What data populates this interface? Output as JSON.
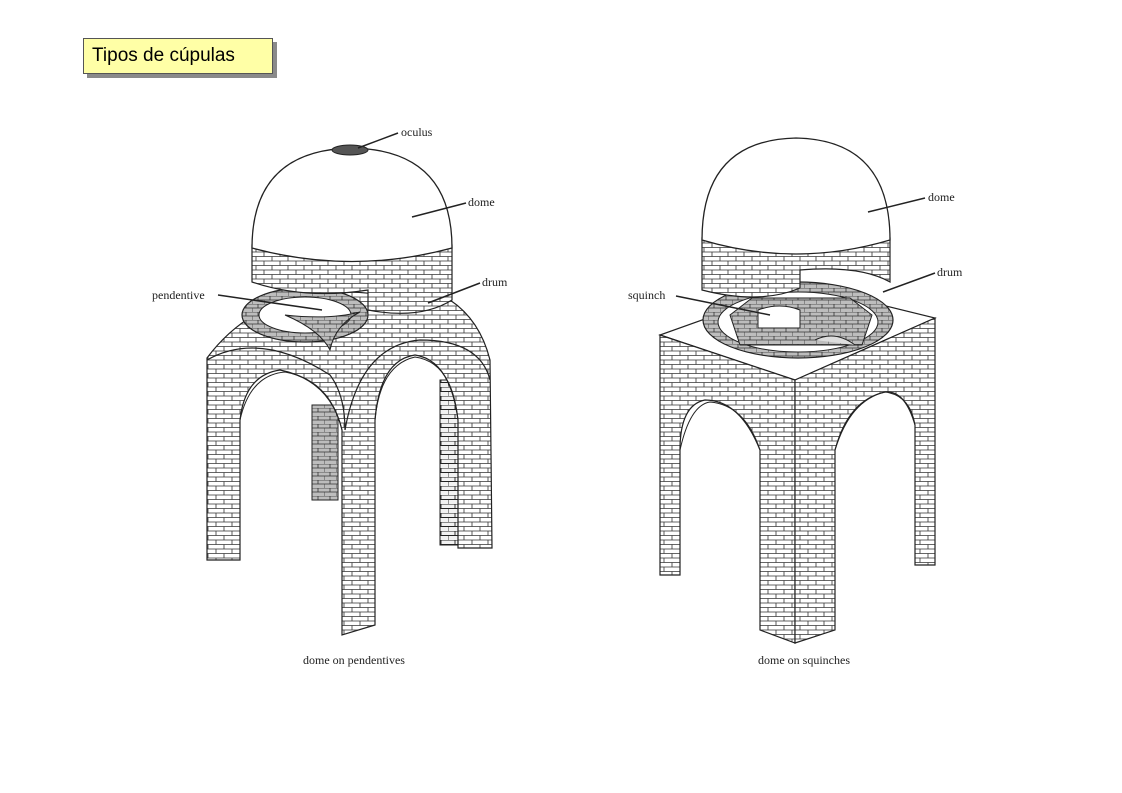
{
  "title": "Tipos de cúpulas",
  "left_diagram": {
    "labels": {
      "oculus": "oculus",
      "dome": "dome",
      "drum": "drum",
      "pendentive": "pendentive"
    },
    "caption": "dome on pendentives"
  },
  "right_diagram": {
    "labels": {
      "dome": "dome",
      "drum": "drum",
      "squinch": "squinch"
    },
    "caption": "dome on squinches"
  }
}
